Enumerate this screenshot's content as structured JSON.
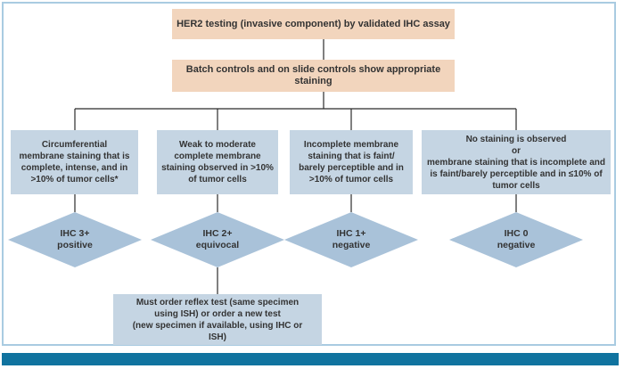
{
  "figure": {
    "title_box": "HER2 testing (invasive component) by validated IHC assay",
    "controls_box": "Batch controls and on slide controls show appropriate staining",
    "branches": [
      {
        "criteria": "Circumferential\nmembrane staining that is\ncomplete, intense, and in\n>10% of tumor cells*",
        "result": "IHC 3+\npositive"
      },
      {
        "criteria": "Weak to moderate\ncomplete membrane\nstaining observed in >10%\nof tumor cells",
        "result": "IHC 2+\nequivocal"
      },
      {
        "criteria": "Incomplete membrane\nstaining that is faint/\nbarely perceptible and in\n>10% of tumor cells",
        "result": "IHC 1+\nnegative"
      },
      {
        "criteria": "No staining is observed\nor\nmembrane staining that is incomplete and\nis faint/barely perceptible and in ≤10% of\ntumor cells",
        "result": "IHC 0\nnegative"
      }
    ],
    "reflex_box": "Must order reflex test (same specimen\nusing ISH) or order a new test\n(new specimen if available, using IHC or\nISH)"
  },
  "colors": {
    "peach": "#f2d5bd",
    "blue_box": "#c5d5e3",
    "diamond": "#a9c2d9",
    "teal_bar": "#10739f",
    "border": "#a9cbe1",
    "line": "#2b2b2b",
    "text": "#333333"
  }
}
